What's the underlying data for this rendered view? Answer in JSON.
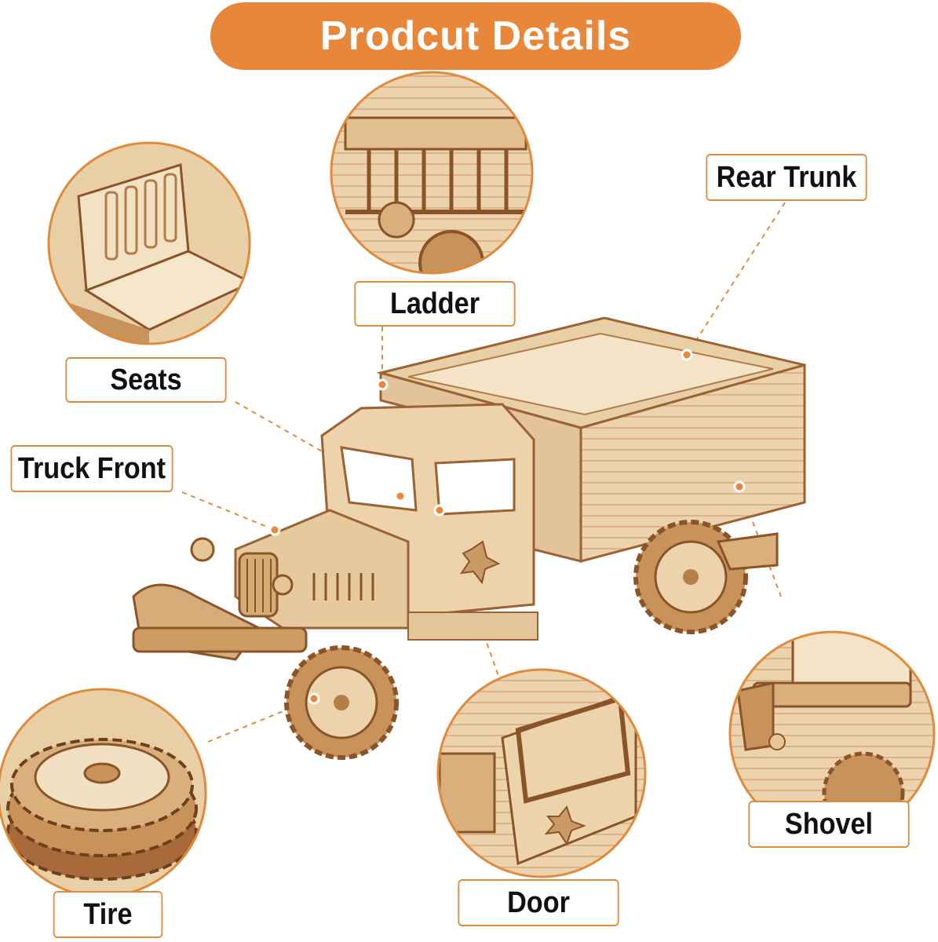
{
  "title": "Prodcut Details",
  "colors": {
    "accent": "#e8873a",
    "wood_light": "#f0d9b5",
    "wood_mid": "#d9b07c",
    "wood_dark": "#a86a3a",
    "ring": "#e08a3c"
  },
  "labels": {
    "rear_trunk": "Rear Trunk",
    "ladder": "Ladder",
    "seats": "Seats",
    "truck_front": "Truck Front",
    "shovel": "Shovel",
    "door": "Door",
    "tire": "Tire"
  }
}
